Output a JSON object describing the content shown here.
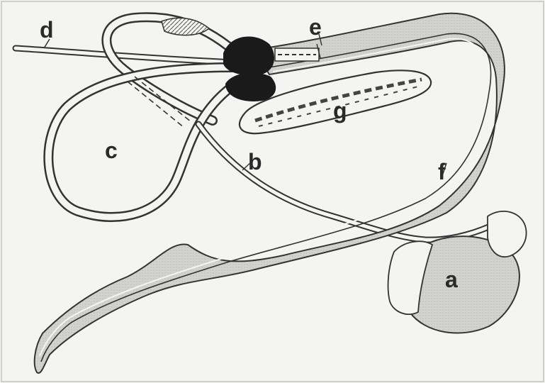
{
  "figure": {
    "labels": {
      "a": "a",
      "b": "b",
      "c": "c",
      "d": "d",
      "e": "e",
      "f": "f",
      "g": "g"
    }
  }
}
